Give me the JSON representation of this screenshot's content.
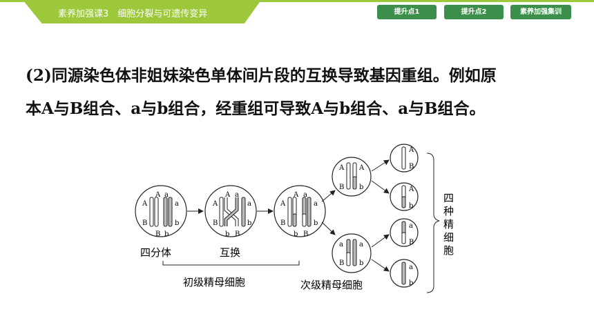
{
  "header": {
    "title": "素养加强课3　细胞分裂与可遗传变异"
  },
  "nav": [
    {
      "label": "提升点1"
    },
    {
      "label": "提升点2"
    },
    {
      "label": "素养加强集训"
    }
  ],
  "content": {
    "line1": "(2)同源染色体非姐妹染色单体间片段的互换导致基因重组。例如原",
    "line2": "本A与B组合、a与b组合，经重组可导致A与b组合、a与B组合。"
  },
  "figure": {
    "genes": {
      "A": "A",
      "a": "a",
      "B": "B",
      "b": "b"
    },
    "label_tetrad": "四分体",
    "label_crossover": "互换",
    "label_primary": "初级精母细胞",
    "label_secondary": "次级精母细胞",
    "label_four_sperm": [
      "四",
      "种",
      "精",
      "细",
      "胞"
    ]
  },
  "colors": {
    "accent": "#9dc83b",
    "nav_bg": "#3b8f4a"
  }
}
